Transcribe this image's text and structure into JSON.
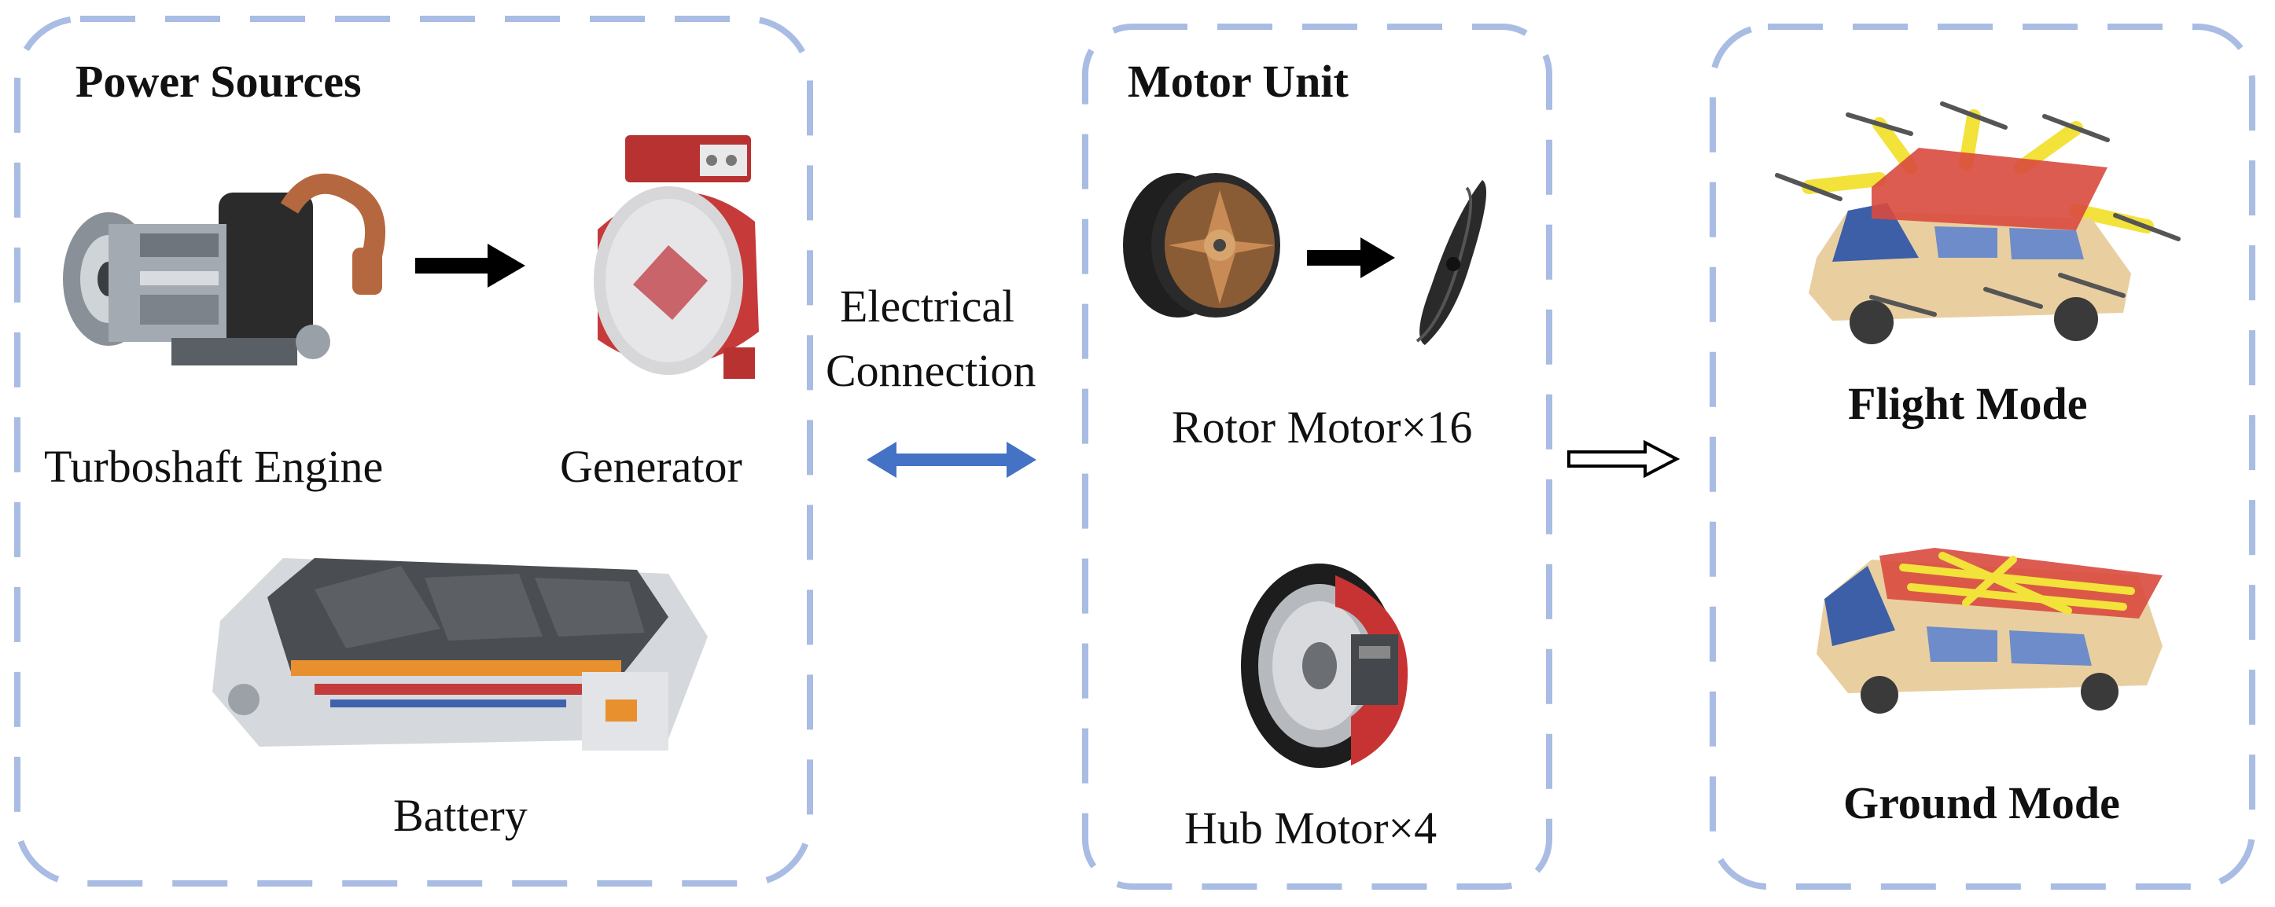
{
  "colors": {
    "frame": "#a9bce3",
    "arrow_black": "#000000",
    "arrow_blue": "#4472c4",
    "red": "#d94a3f",
    "yellow": "#f2e23a",
    "car_body": "#e9cfa0",
    "glass": "#3c5fa8"
  },
  "power_sources": {
    "title": "Power Sources",
    "turboshaft_label": "Turboshaft Engine",
    "generator_label": "Generator",
    "battery_label": "Battery"
  },
  "connection": {
    "line1": "Electrical",
    "line2": "Connection"
  },
  "motor_unit": {
    "title": "Motor Unit",
    "rotor_label": "Rotor Motor×16",
    "hub_label": "Hub Motor×4"
  },
  "modes": {
    "flight_label": "Flight Mode",
    "ground_label": "Ground Mode"
  },
  "icons": [
    "turboshaft-engine-icon",
    "generator-icon",
    "battery-pack-icon",
    "rotor-motor-icon",
    "propeller-icon",
    "hub-motor-icon",
    "flying-car-flight-icon",
    "flying-car-ground-icon"
  ]
}
